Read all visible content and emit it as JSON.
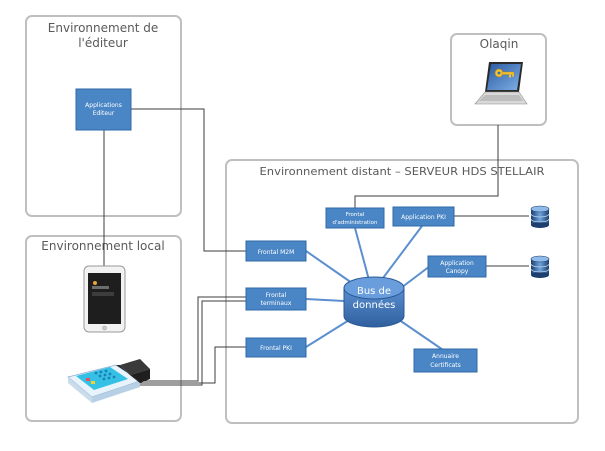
{
  "regions": {
    "editeur": {
      "title_line1": "Environnement de",
      "title_line2": "l'éditeur"
    },
    "local": {
      "title": "Environnement local"
    },
    "olaqin": {
      "title": "Olaqin"
    },
    "distant": {
      "title": "Environnement distant – SERVEUR HDS STELLAIR"
    }
  },
  "nodes": {
    "applications_editeur": {
      "line1": "Applications",
      "line2": "Editeur"
    },
    "frontal_m2m": {
      "label": "Frontal M2M"
    },
    "frontal_terminaux": {
      "line1": "Frontal",
      "line2": "terminaux"
    },
    "frontal_pki": {
      "label": "Frontal PKI"
    },
    "frontal_administration": {
      "line1": "Frontal",
      "line2": "d'administration"
    },
    "application_pki": {
      "label": "Application PKI"
    },
    "application_canopy": {
      "line1": "Application",
      "line2": "Canopy"
    },
    "annuaire_certificats": {
      "line1": "Annuaire",
      "line2": "Certificats"
    },
    "bus_de_donnees": {
      "line1": "Bus de",
      "line2": "données"
    }
  },
  "icons": {
    "laptop": "laptop-key-icon",
    "tablet": "tablet-icon",
    "card_reader": "card-reader-icon",
    "database": "database-icon"
  },
  "colors": {
    "node_fill": "#4a86c5",
    "node_stroke": "#2f6aa8",
    "region_stroke": "#bfbfbf",
    "line": "#3d3d3d",
    "spoke": "#5b8fcf",
    "bus_fill": "#4577be",
    "title_text": "#595959"
  }
}
